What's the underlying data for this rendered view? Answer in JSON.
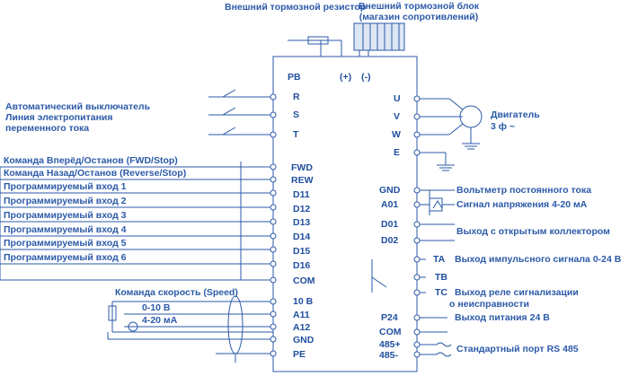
{
  "top": {
    "brake_resistor": "Внешний тормозной резистор",
    "brake_unit_line1": "Внешний тормозной блок",
    "brake_unit_line2": "(магазин сопротивлений)"
  },
  "power": {
    "line1": "Автоматический выключатель",
    "line2": "Линия электропитания",
    "line3": "переменного тока"
  },
  "motor": {
    "line1": "Двигатель",
    "line2": "3 ф ~"
  },
  "inputs": [
    "Команда Вперёд/Останов (FWD/Stop)",
    "Команда Назад/Останов (Reverse/Stop)",
    "Программируемый вход 1",
    "Программируемый вход 2",
    "Программируемый вход 3",
    "Программируемый вход 4",
    "Программируемый вход 5",
    "Программируемый вход 6"
  ],
  "speed": {
    "title": "Команда скорость (Speed)",
    "v_range": "0-10 В",
    "ma_range": "4-20 мА"
  },
  "left_terminals": [
    "PB",
    "R",
    "S",
    "T",
    "FWD",
    "REW",
    "D11",
    "D12",
    "D13",
    "D14",
    "D15",
    "D16",
    "COM",
    "10 В",
    "A11",
    "A12",
    "GND",
    "PE"
  ],
  "right_terminals": [
    "(+)",
    "(-)",
    "U",
    "V",
    "W",
    "E",
    "GND",
    "A01",
    "D01",
    "D02",
    "TA",
    "TB",
    "TC",
    "P24",
    "COM",
    "485+",
    "485-"
  ],
  "outputs": {
    "voltmeter": "Вольтметр постоянного тока",
    "voltage_signal": "Сигнал напряжения 4-20 мА",
    "open_collector": "Выход с открытым коллектором",
    "pulse_out": "Выход импульсного сигнала 0-24 В",
    "relay_line1": "Выход реле сигнализации",
    "relay_line2": "о неисправности",
    "p24_out": "Выход питания 24 В",
    "rs485": "Стандартный порт RS 485"
  }
}
